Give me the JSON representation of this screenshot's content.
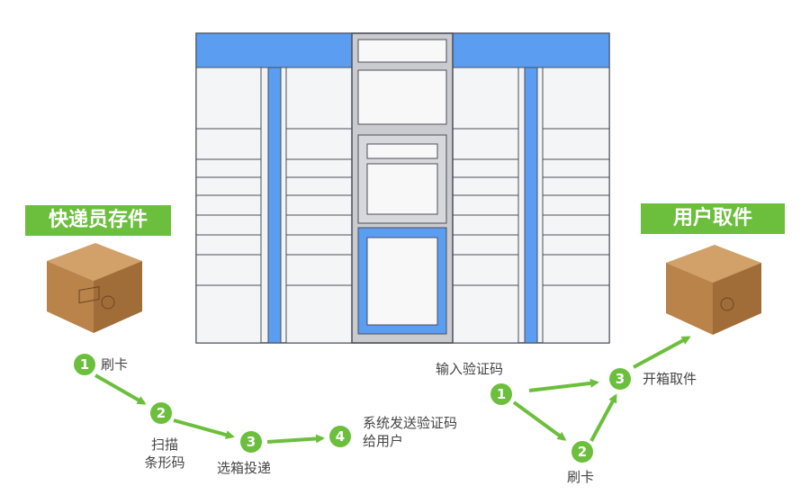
{
  "courier_flow": {
    "title": "快递员存件",
    "steps": [
      {
        "num": "1",
        "text": "刷卡"
      },
      {
        "num": "2",
        "text_line1": "扫描",
        "text_line2": "条形码"
      },
      {
        "num": "3",
        "text": "选箱投递"
      },
      {
        "num": "4",
        "text_line1": "系统发送验证码",
        "text_line2": "给用户"
      }
    ]
  },
  "user_flow": {
    "title": "用户取件",
    "steps": [
      {
        "num": "1",
        "text": "输入验证码"
      },
      {
        "num": "2",
        "text": "刷卡"
      },
      {
        "num": "3",
        "text": "开箱取件"
      }
    ]
  },
  "colors": {
    "accent_green": "#6cbf3c",
    "locker_blue": "#5b9df0",
    "locker_frame": "#4a4f5a",
    "box_brown": "#b9834a"
  },
  "icons": [
    "parcel-box-icon",
    "smart-locker-illustration"
  ]
}
